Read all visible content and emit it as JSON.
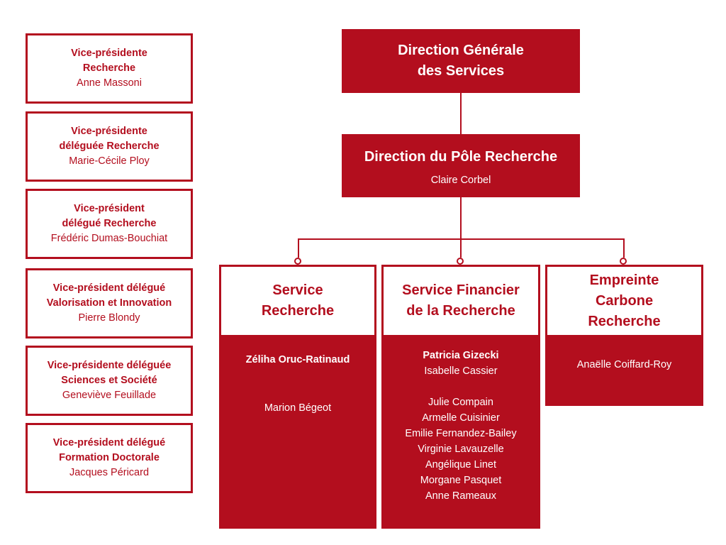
{
  "vice_presidents": [
    {
      "title_lines": [
        "Vice-présidente",
        "Recherche"
      ],
      "name": "Anne Massoni"
    },
    {
      "title_lines": [
        "Vice-présidente",
        "déléguée Recherche"
      ],
      "name": "Marie-Cécile Ploy"
    },
    {
      "title_lines": [
        "Vice-président",
        "délégué Recherche"
      ],
      "name": "Frédéric Dumas-Bouchiat"
    },
    {
      "title_lines": [
        "Vice-président délégué",
        "Valorisation et Innovation"
      ],
      "name": "Pierre Blondy"
    },
    {
      "title_lines": [
        "Vice-présidente déléguée",
        "Sciences et Société"
      ],
      "name": "Geneviève Feuillade"
    },
    {
      "title_lines": [
        "Vice-président délégué",
        "Formation Doctorale"
      ],
      "name": "Jacques Péricard"
    }
  ],
  "dgs": {
    "title_lines": [
      "Direction Générale",
      "des Services"
    ]
  },
  "direction_pole": {
    "title": "Direction du Pôle Recherche",
    "name": "Claire Corbel"
  },
  "services": [
    {
      "title_lines": [
        "Service",
        "Recherche"
      ],
      "lead": "Zéliha Oruc-Ratinaud",
      "members": [
        "Marion Bégeot"
      ]
    },
    {
      "title_lines": [
        "Service Financier",
        "de la Recherche"
      ],
      "lead": "Patricia Gizecki",
      "deputy": "Isabelle Cassier",
      "members": [
        "Julie Compain",
        "Armelle Cuisinier",
        "Emilie Fernandez-Bailey",
        "Virginie Lavauzelle",
        "Angélique Linet",
        "Morgane Pasquet",
        "Anne Rameaux"
      ]
    },
    {
      "title_lines": [
        "Empreinte",
        "Carbone",
        "Recherche"
      ],
      "members": [
        "Anaëlle Coiffard-Roy"
      ]
    }
  ],
  "colors": {
    "brand_red": "#b30e1e",
    "background": "#ffffff"
  }
}
